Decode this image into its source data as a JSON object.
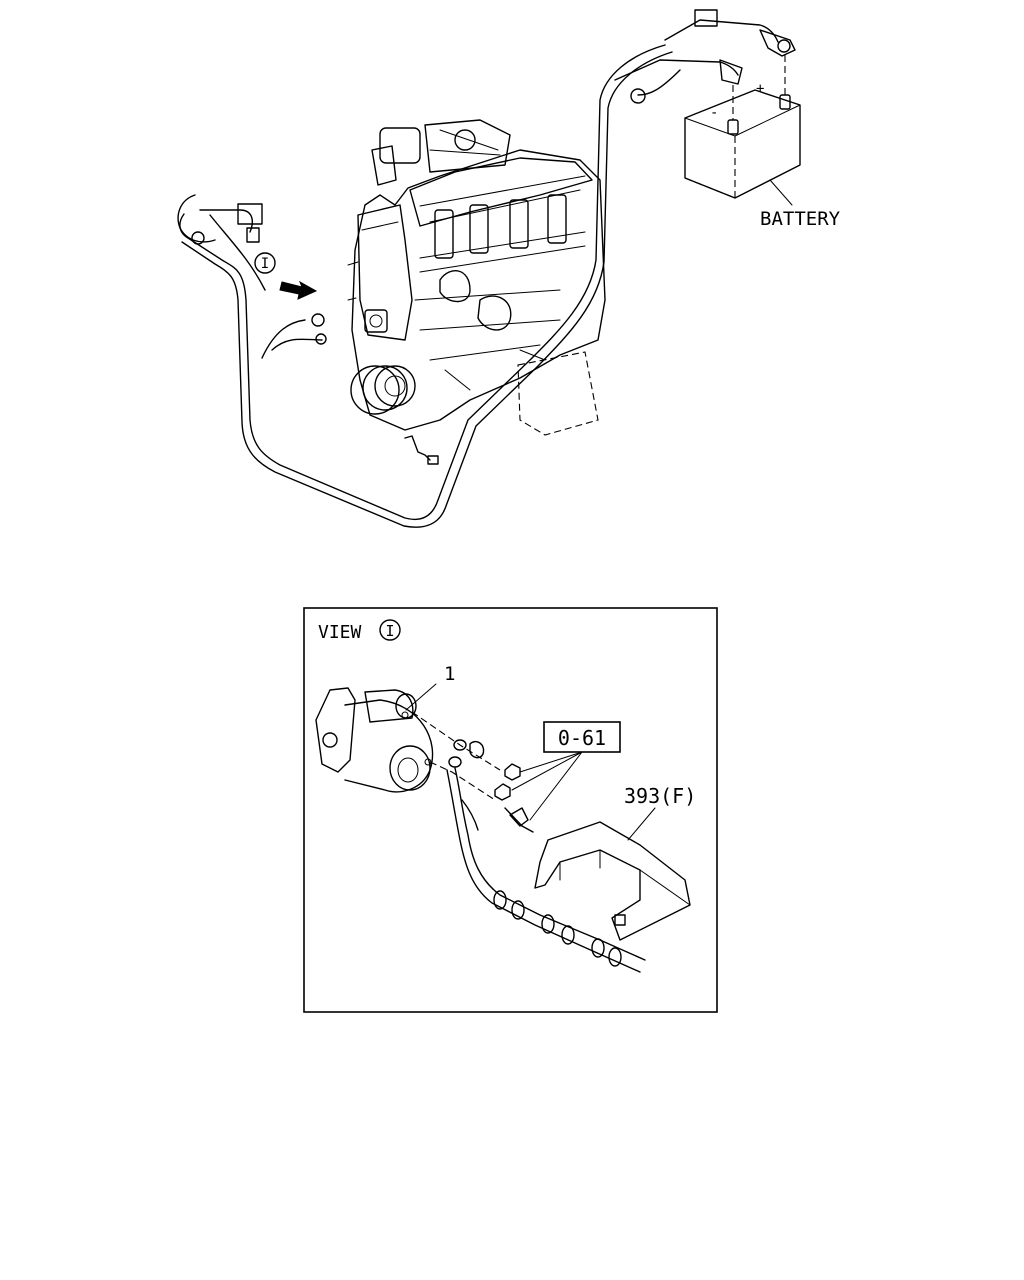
{
  "battery_label": "BATTERY",
  "battery_terminals": {
    "negative": "-",
    "positive": "+"
  },
  "view_marker": "I",
  "inset": {
    "view_title": "VIEW",
    "view_marker": "I",
    "callout_item": "1",
    "callout_ref": "0-61",
    "callout_cover": "393(F)"
  }
}
